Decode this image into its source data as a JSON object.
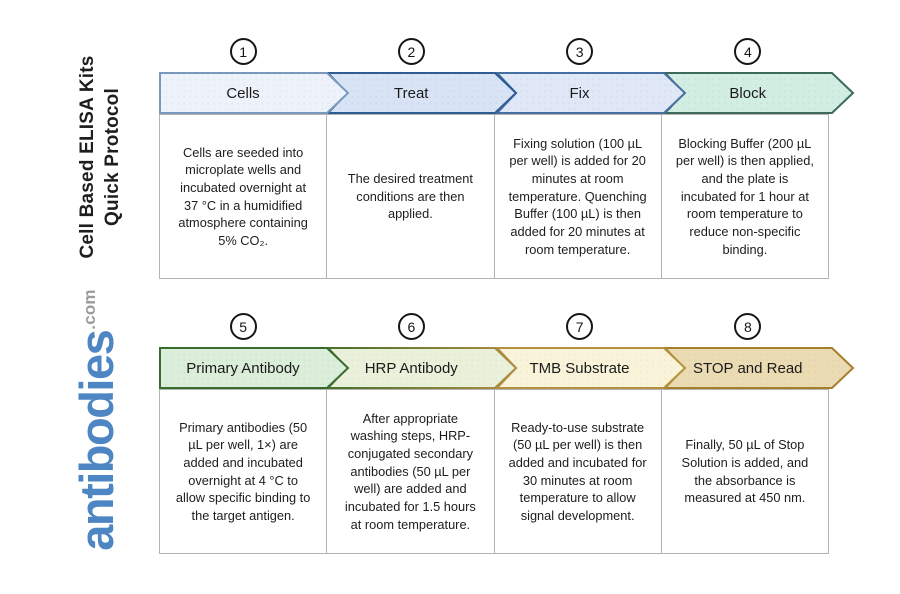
{
  "page": {
    "title_line1": "Cell Based ELISA Kits",
    "title_line2": "Quick Protocol"
  },
  "logo": {
    "name": "antibodies",
    "domain": ".com",
    "name_color": "#4d86c3",
    "domain_color": "#9b9b9b"
  },
  "rows": [
    {
      "steps": [
        {
          "number": "1",
          "label": "Cells",
          "description": "Cells are seeded into microplate wells and incubated overnight at 37 °C in a humidified atmosphere containing 5% CO₂.",
          "fill": "#eef3fb",
          "border": "#7b99bd"
        },
        {
          "number": "2",
          "label": "Treat",
          "description": "The desired treatment conditions are then applied.",
          "fill": "#d8e4f6",
          "border": "#2f5c93"
        },
        {
          "number": "3",
          "label": "Fix",
          "description": "Fixing solution (100 µL per well) is added for 20 minutes at room temperature. Quenching Buffer (100 µL) is then added for 20 minutes at room temperature.",
          "fill": "#e0e8f8",
          "border": "#45709f"
        },
        {
          "number": "4",
          "label": "Block",
          "description": "Blocking Buffer (200 µL per well) is then applied, and the plate is incubated for 1 hour at room temperature to reduce non-specific binding.",
          "fill": "#d2eee3",
          "border": "#3d6a5b"
        }
      ]
    },
    {
      "steps": [
        {
          "number": "5",
          "label": "Primary Antibody",
          "description": "Primary antibodies (50 µL per well, 1×) are added and incubated overnight at 4 °C to allow specific binding to the target antigen.",
          "fill": "#dbeeda",
          "border": "#3a6c30"
        },
        {
          "number": "6",
          "label": "HRP Antibody",
          "description": "After appropriate washing steps, HRP-conjugated secondary antibodies (50 µL per well) are added and incubated for 1.5 hours at room temperature.",
          "fill": "#e9f1da",
          "border": "#47702e",
          "border_tip": "#b08d42"
        },
        {
          "number": "7",
          "label": "TMB Substrate",
          "description": "Ready-to-use substrate (50 µL per well) is then added and incubated for 30 minutes at room temperature to allow signal development.",
          "fill": "#f9f4d9",
          "border": "#b2903e"
        },
        {
          "number": "8",
          "label": "STOP and Read",
          "description": "Finally, 50 µL of Stop Solution is added, and the absorbance is measured at 450 nm.",
          "fill": "#eadbb2",
          "border": "#a67f2d"
        }
      ]
    }
  ]
}
